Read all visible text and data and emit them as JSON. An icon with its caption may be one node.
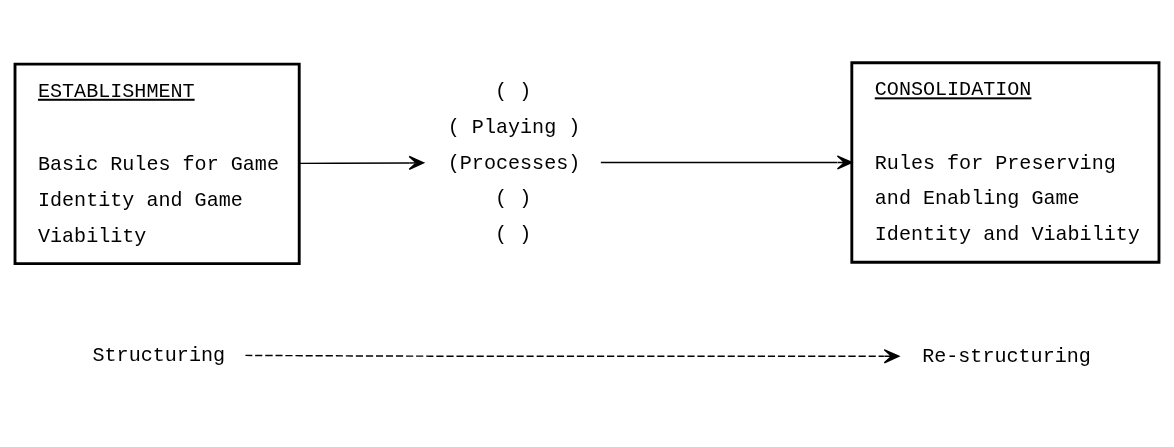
{
  "diagram": {
    "nodes": [
      {
        "text": [
          "ESTABLISHMENT",
          "Basic Rules for Game Identity and Game Viability"
        ]
      },
      {
        "text": [
          "( )",
          "( Playing )",
          "(Processes)",
          "( )",
          "( )"
        ]
      },
      {
        "text": [
          "CONSOLIDATION",
          "Rules for Preserving and Enabling Game Identity and Viability"
        ]
      },
      {
        "text": [
          "Structuring"
        ]
      },
      {
        "text": [
          "Re-structuring"
        ]
      }
    ],
    "edges": [
      {
        "from": 0,
        "to": 1,
        "arrow": "to"
      },
      {
        "from": 1,
        "to": 2,
        "arrow": "to"
      },
      {
        "from": 3,
        "to": 4,
        "arrow": "to",
        "style": "dashed"
      }
    ]
  }
}
